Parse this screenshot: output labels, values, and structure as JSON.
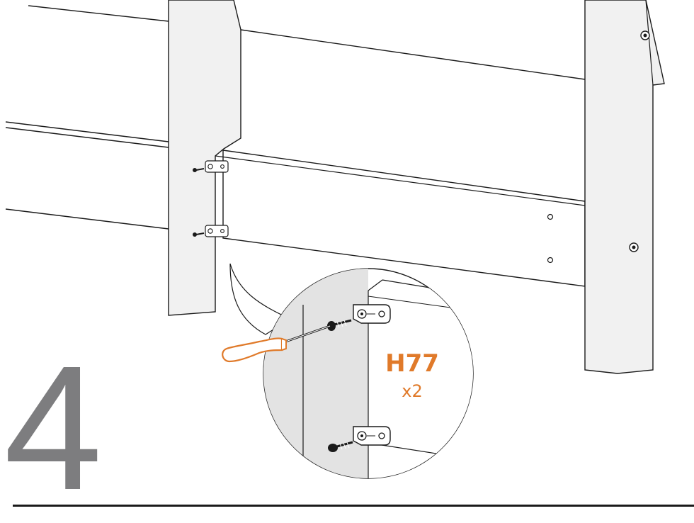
{
  "step": {
    "number": "4"
  },
  "callout": {
    "part_code": "H77",
    "quantity": "x2"
  },
  "colors": {
    "line": "#1a1a1a",
    "panel_fill": "#ffffff",
    "post_fill": "#f1f1f1",
    "zoom_fill": "#e3e3e3",
    "accent": "#e07a2a",
    "step_number": "#7d7d7f"
  }
}
